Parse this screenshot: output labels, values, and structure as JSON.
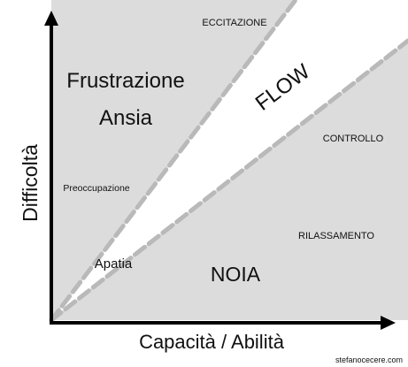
{
  "axes": {
    "y_label": "Difficoltà",
    "x_label": "Capacità / Abilità"
  },
  "zones": {
    "top_left_line1": "Frustrazione",
    "top_left_line2": "Ansia",
    "flow": "FLOW",
    "noia": "NOIA",
    "apatia": "Apatia"
  },
  "small_labels": {
    "eccitazione": "ECCITAZIONE",
    "controllo": "CONTROLLO",
    "preoccupazione": "Preoccupazione",
    "rilassamento": "RILASSAMENTO"
  },
  "credit": "stefanocecere.com",
  "colors": {
    "region_fill": "#dcdcdc",
    "dashed_line": "#b9b9b9",
    "axis": "#000000",
    "text": "#111111"
  }
}
